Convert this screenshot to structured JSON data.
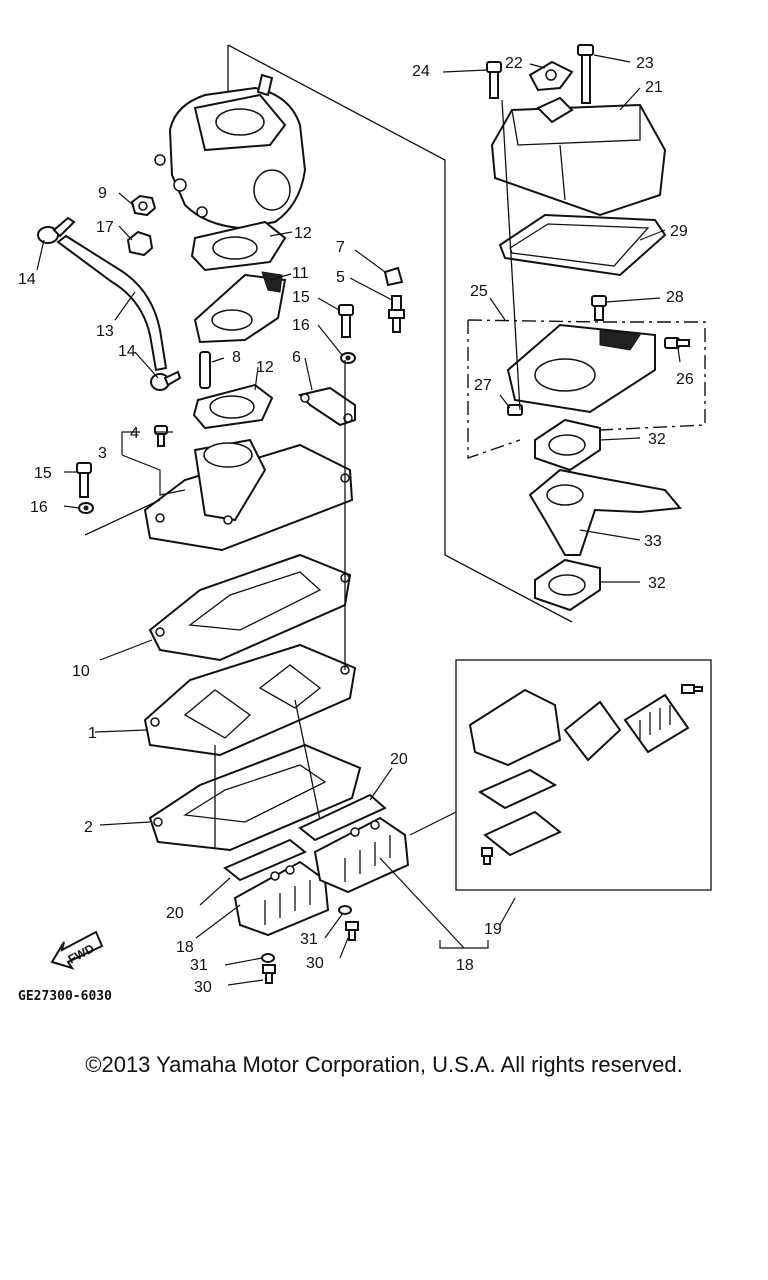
{
  "diagram": {
    "drawing_code": "GE27300-6030",
    "forward_arrow_label": "FWD",
    "callouts": [
      {
        "id": "c1",
        "label": "1"
      },
      {
        "id": "c2",
        "label": "2"
      },
      {
        "id": "c3",
        "label": "3"
      },
      {
        "id": "c4",
        "label": "4"
      },
      {
        "id": "c5",
        "label": "5"
      },
      {
        "id": "c6",
        "label": "6"
      },
      {
        "id": "c7",
        "label": "7"
      },
      {
        "id": "c8",
        "label": "8"
      },
      {
        "id": "c9",
        "label": "9"
      },
      {
        "id": "c10",
        "label": "10"
      },
      {
        "id": "c11",
        "label": "11"
      },
      {
        "id": "c12a",
        "label": "12"
      },
      {
        "id": "c12b",
        "label": "12"
      },
      {
        "id": "c13",
        "label": "13"
      },
      {
        "id": "c14a",
        "label": "14"
      },
      {
        "id": "c14b",
        "label": "14"
      },
      {
        "id": "c15a",
        "label": "15"
      },
      {
        "id": "c15b",
        "label": "15"
      },
      {
        "id": "c16a",
        "label": "16"
      },
      {
        "id": "c16b",
        "label": "16"
      },
      {
        "id": "c17",
        "label": "17"
      },
      {
        "id": "c18a",
        "label": "18"
      },
      {
        "id": "c18b",
        "label": "18"
      },
      {
        "id": "c19",
        "label": "19"
      },
      {
        "id": "c20a",
        "label": "20"
      },
      {
        "id": "c20b",
        "label": "20"
      },
      {
        "id": "c21",
        "label": "21"
      },
      {
        "id": "c22",
        "label": "22"
      },
      {
        "id": "c23",
        "label": "23"
      },
      {
        "id": "c24",
        "label": "24"
      },
      {
        "id": "c25",
        "label": "25"
      },
      {
        "id": "c26",
        "label": "26"
      },
      {
        "id": "c27",
        "label": "27"
      },
      {
        "id": "c28",
        "label": "28"
      },
      {
        "id": "c29",
        "label": "29"
      },
      {
        "id": "c30a",
        "label": "30"
      },
      {
        "id": "c30b",
        "label": "30"
      },
      {
        "id": "c31a",
        "label": "31"
      },
      {
        "id": "c31b",
        "label": "31"
      },
      {
        "id": "c32a",
        "label": "32"
      },
      {
        "id": "c32b",
        "label": "32"
      },
      {
        "id": "c33",
        "label": "33"
      }
    ]
  },
  "footer": {
    "copyright": "©2013 Yamaha Motor Corporation, U.S.A. All rights reserved."
  }
}
